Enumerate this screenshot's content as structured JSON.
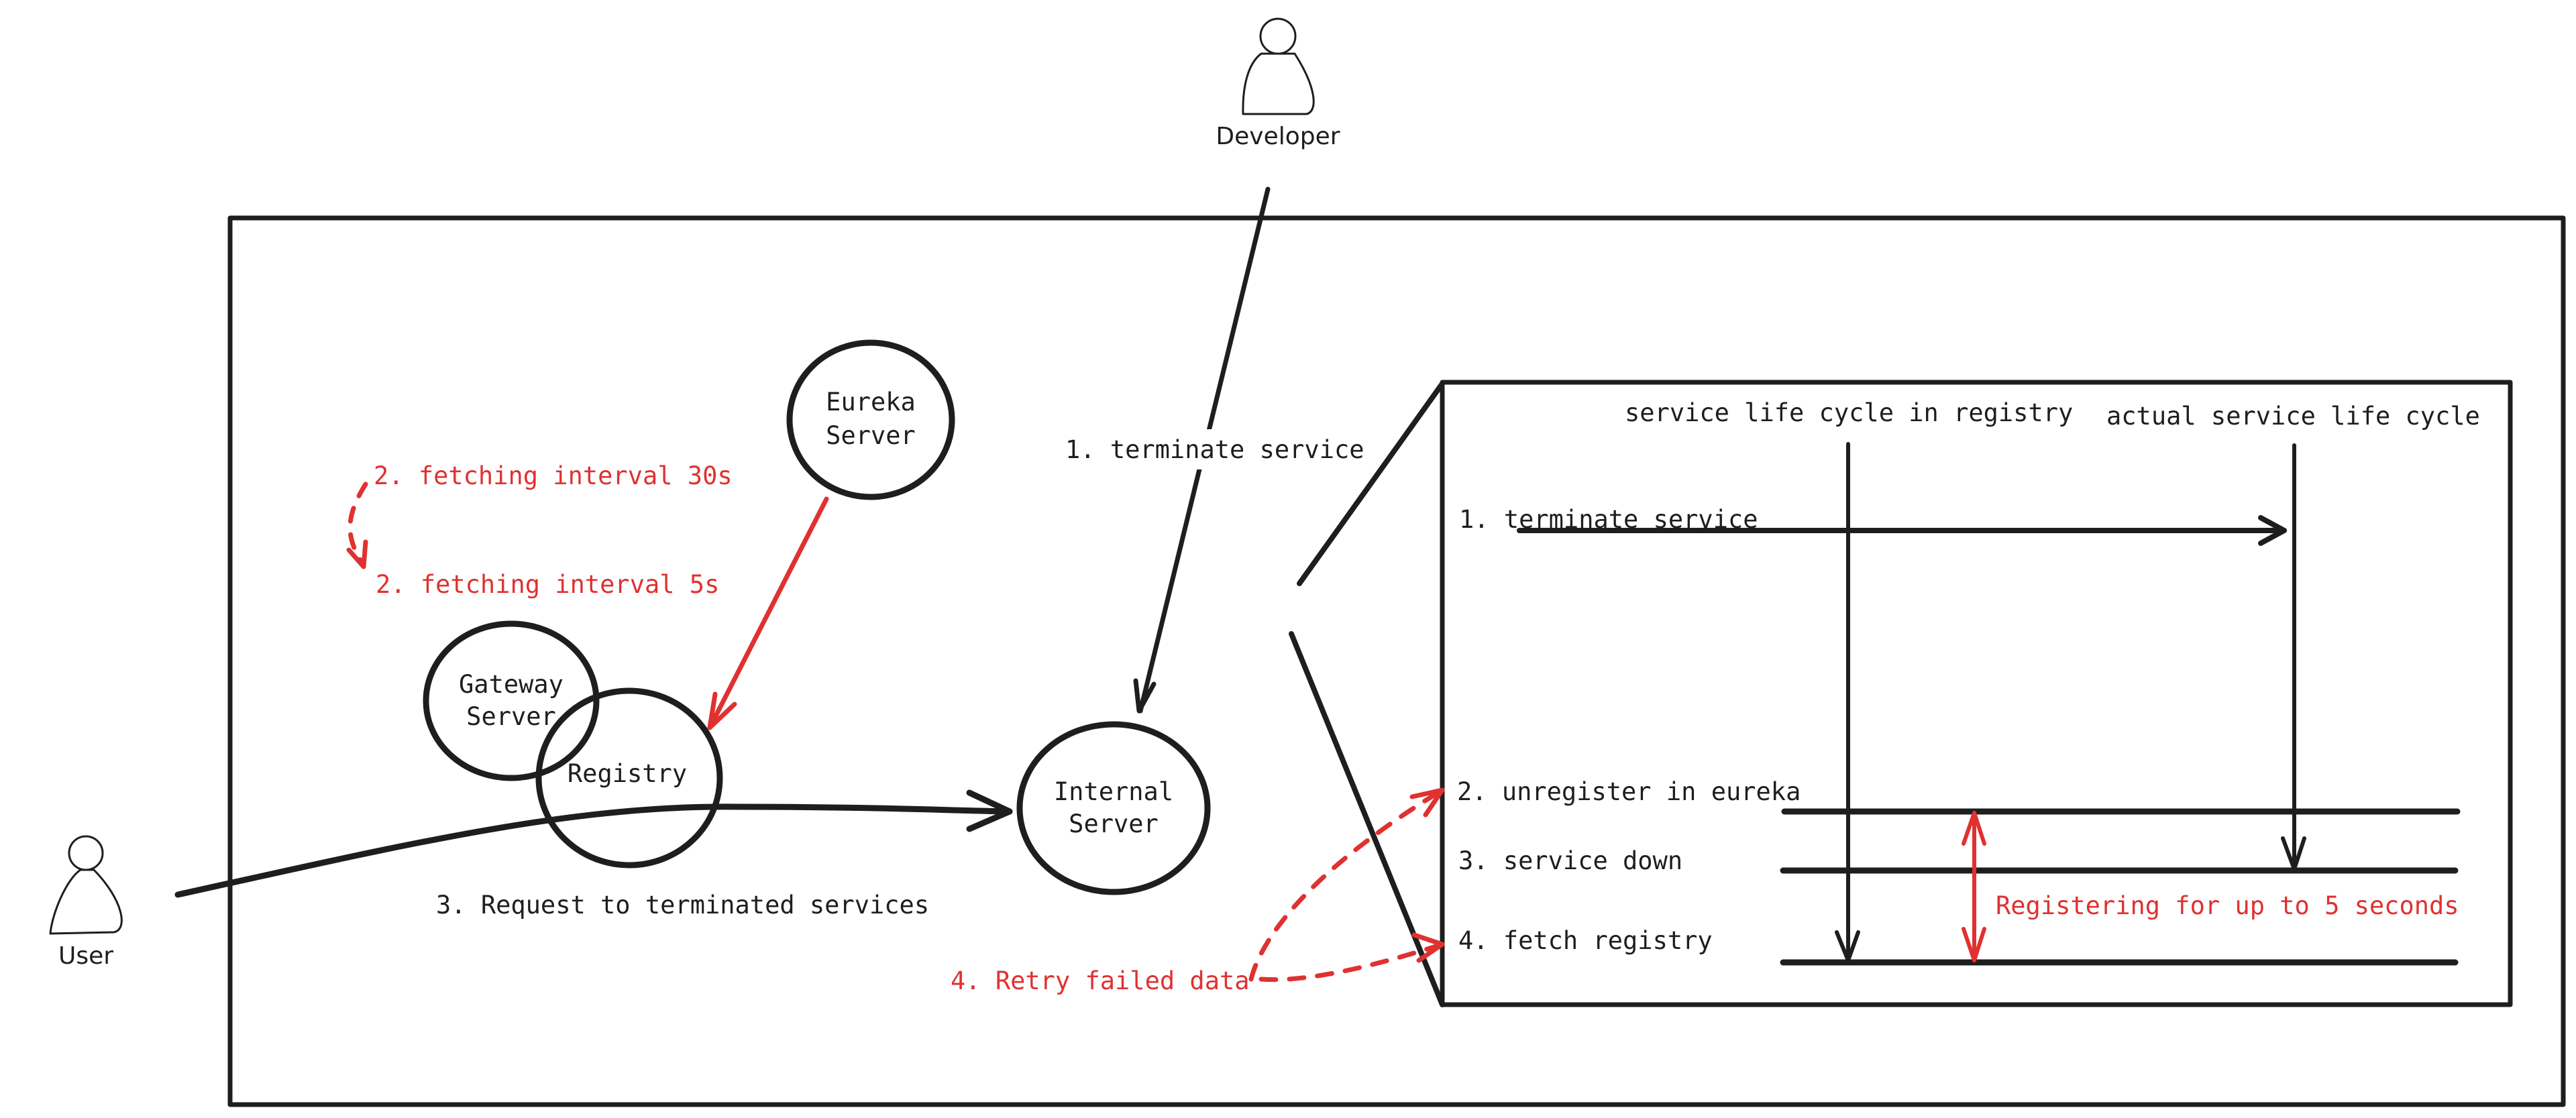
{
  "colors": {
    "ink": "#1e1e1e",
    "accent_red": "#e03131",
    "registry_fill": "#ffc9c9",
    "background": "#ffffff"
  },
  "actors": {
    "developer": {
      "label": "Developer",
      "icon": "person-icon"
    },
    "user": {
      "label": "User",
      "icon": "person-icon"
    }
  },
  "nodes": {
    "eureka": {
      "line1": "Eureka",
      "line2": "Server"
    },
    "gateway": {
      "line1": "Gateway",
      "line2": "Server"
    },
    "registry": {
      "label": "Registry"
    },
    "internal": {
      "line1": "Internal",
      "line2": "Server"
    }
  },
  "labels": {
    "fetch_30s": "2. fetching interval 30s",
    "fetch_5s": "2. fetching interval 5s",
    "terminate_main": "1. terminate service",
    "request_terminated": "3. Request to terminated services",
    "retry_failed": "4. Retry failed data"
  },
  "detail": {
    "col_registry": "service life cycle in registry",
    "col_actual": "actual service life cycle",
    "steps": [
      "1. terminate service",
      "2. unregister in eureka",
      "3. service down",
      "4. fetch registry"
    ],
    "gap_note": "Registering for up to 5 seconds"
  }
}
